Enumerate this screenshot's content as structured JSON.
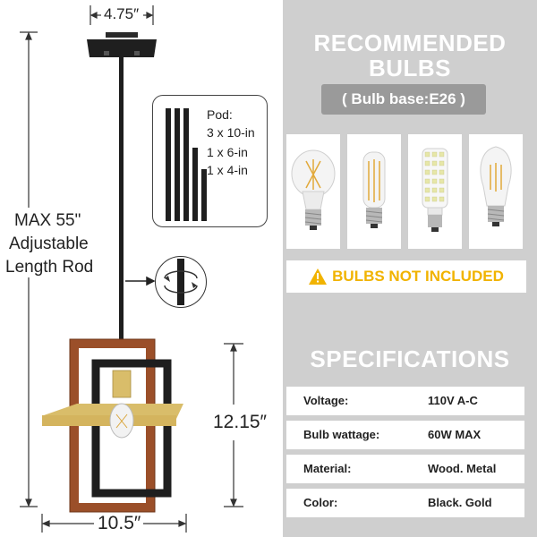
{
  "dimensions": {
    "top_width": "4.75″",
    "rod_line1": "MAX 55\"",
    "rod_line2": "Adjustable",
    "rod_line3": "Length Rod",
    "height": "12.15″",
    "width": "10.5″"
  },
  "pod": {
    "title": "Pod:",
    "items": [
      "3 x 10-in",
      "1 x 6-in",
      "1 x 4-in"
    ]
  },
  "recommended": {
    "line1": "RECOMMENDED",
    "line2": "BULBS",
    "base": "( Bulb base:E26 )"
  },
  "warning": "BULBS NOT INCLUDED",
  "specs": {
    "title": "SPECIFICATIONS",
    "rows": [
      {
        "label": "Voltage:",
        "value": "110V  A-C"
      },
      {
        "label": "Bulb wattage:",
        "value": "60W MAX"
      },
      {
        "label": "Material:",
        "value": "Wood. Metal"
      },
      {
        "label": "Color:",
        "value": "Black. Gold"
      }
    ]
  },
  "colors": {
    "panel": "#cfcfcf",
    "warning": "#f1b300",
    "wood": "#a0532c",
    "gold": "#d9bd6a",
    "black": "#1e1e1e"
  },
  "icons": [
    "warning-triangle-icon",
    "rotate-icon",
    "arrow-icon"
  ]
}
